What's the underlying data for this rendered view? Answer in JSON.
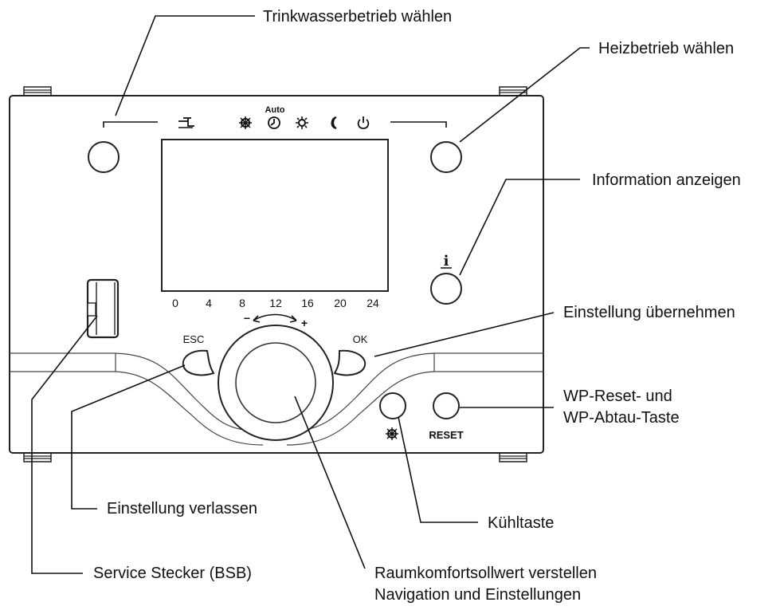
{
  "callouts": {
    "dhw_mode": "Trinkwasserbetrieb wählen",
    "heating_mode": "Heizbetrieb wählen",
    "info": "Information anzeigen",
    "confirm": "Einstellung übernehmen",
    "reset_line1": "WP-Reset- und",
    "reset_line2": "WP-Abtau-Taste",
    "escape": "Einstellung verlassen",
    "cooling": "Kühltaste",
    "service_plug": "Service Stecker (BSB)",
    "knob_line1": "Raumkomfortsollwert verstellen",
    "knob_line2": "Navigation und Einstellungen"
  },
  "device": {
    "mode_auto_label": "Auto",
    "time_ticks": [
      "0",
      "4",
      "8",
      "12",
      "16",
      "20",
      "24"
    ],
    "knob_minus": "−",
    "knob_plus": "+",
    "esc_label": "ESC",
    "ok_label": "OK",
    "reset_label": "RESET",
    "info_symbol": "i",
    "icons": [
      "tap-icon",
      "cooling-icon",
      "clock-icon",
      "sun-icon",
      "moon-icon",
      "power-icon",
      "info-icon"
    ]
  }
}
